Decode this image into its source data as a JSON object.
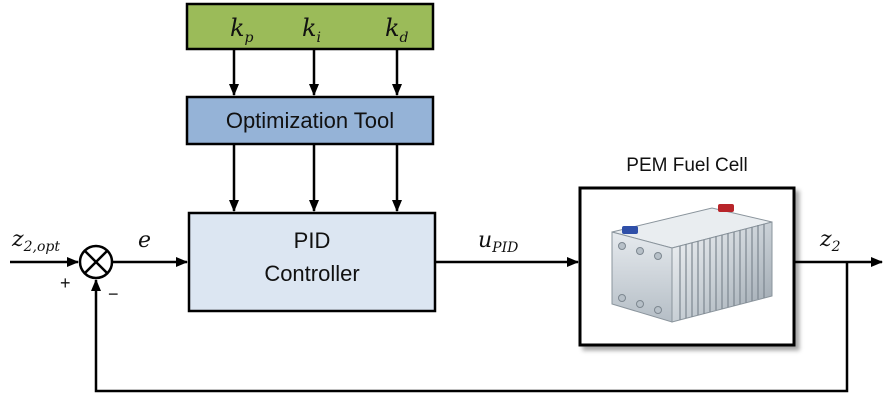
{
  "gains": {
    "kp": {
      "base": "k",
      "sub": "p"
    },
    "ki": {
      "base": "k",
      "sub": "i"
    },
    "kd": {
      "base": "k",
      "sub": "d"
    }
  },
  "optimization_tool": {
    "label": "Optimization Tool"
  },
  "pid_controller": {
    "line1": "PID",
    "line2": "Controller"
  },
  "fuel_cell": {
    "title": "PEM Fuel Cell"
  },
  "signals": {
    "reference": {
      "base": "z",
      "sub": "2,opt"
    },
    "error": "e",
    "control": {
      "base": "u",
      "sub": "PID"
    },
    "output": {
      "base": "z",
      "sub": "2"
    }
  },
  "summing_junction": {
    "plus": "+",
    "minus": "−"
  },
  "colors": {
    "gains_fill": "#9bbb59",
    "optimization_fill": "#95b3d7",
    "controller_fill": "#dce6f2",
    "stroke": "#000000"
  }
}
